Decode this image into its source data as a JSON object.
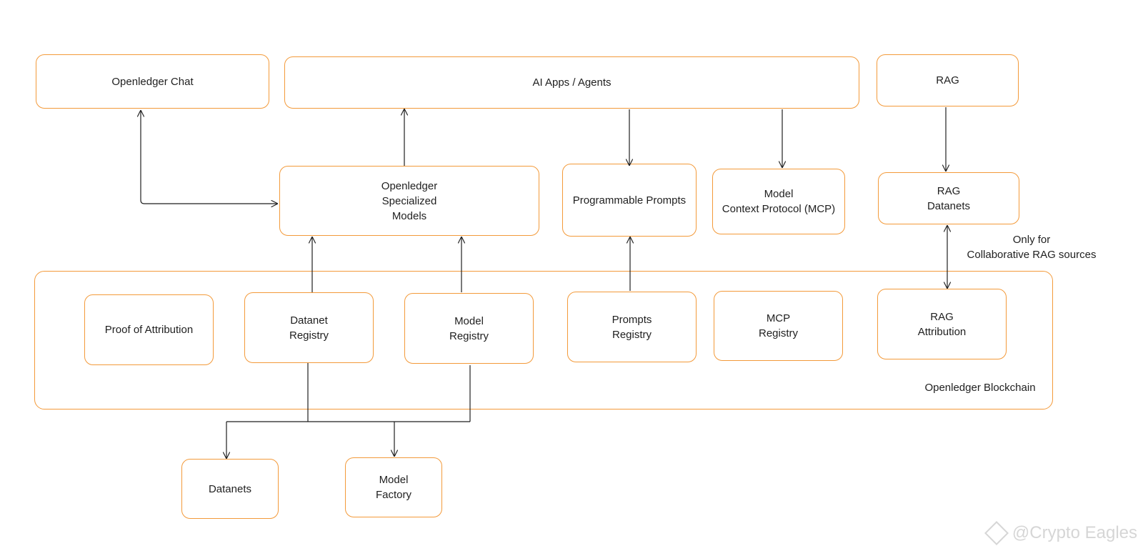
{
  "diagram": {
    "nodes": {
      "openledger_chat": "Openledger Chat",
      "ai_apps_agents": "AI Apps / Agents",
      "rag": "RAG",
      "specialized_models": "Openledger\nSpecialized\nModels",
      "programmable_prompts": "Programmable Prompts",
      "mcp": "Model\nContext Protocol (MCP)",
      "rag_datanets": "RAG\nDatanets",
      "proof_of_attribution": "Proof of Attribution",
      "datanet_registry": "Datanet\nRegistry",
      "model_registry": "Model\nRegistry",
      "prompts_registry": "Prompts\nRegistry",
      "mcp_registry": "MCP\nRegistry",
      "rag_attribution": "RAG\nAttribution",
      "datanets": "Datanets",
      "model_factory": "Model\nFactory"
    },
    "container_label": "Openledger Blockchain",
    "edge_label": "Only for\nCollaborative RAG sources",
    "colors": {
      "node_border": "#f39a3a",
      "edge": "#1f1f1f"
    }
  },
  "watermark": {
    "text": "@Crypto Eagles",
    "icon": "binance-diamond-icon"
  }
}
